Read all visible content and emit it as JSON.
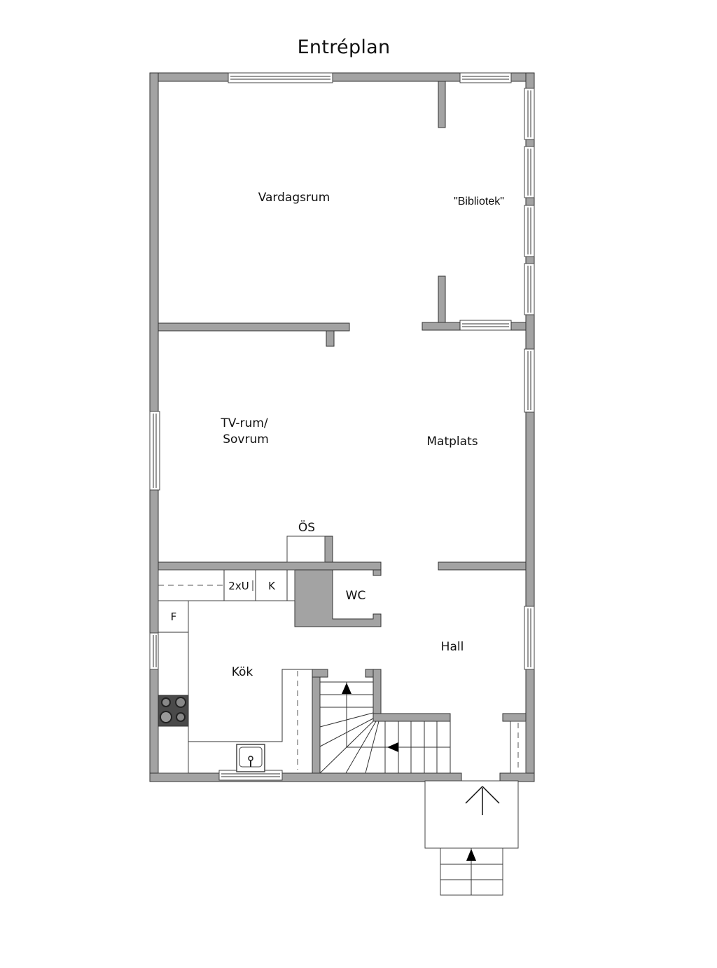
{
  "title": "Entréplan",
  "rooms": {
    "vardagsrum": "Vardagsrum",
    "bibliotek": "\"Bibliotek\"",
    "tv_rum_line1": "TV-rum/",
    "tv_rum_line2": "Sovrum",
    "matplats": "Matplats",
    "os": "ÖS",
    "wc": "WC",
    "hall": "Hall",
    "kok": "Kök"
  },
  "fixtures": {
    "cabinet_2xu": "2xU",
    "cabinet_k": "K",
    "cabinet_f": "F"
  },
  "colors": {
    "wall_fill": "#a3a3a3",
    "wall_stroke": "#333333",
    "background": "#ffffff",
    "stove": "#555555"
  }
}
